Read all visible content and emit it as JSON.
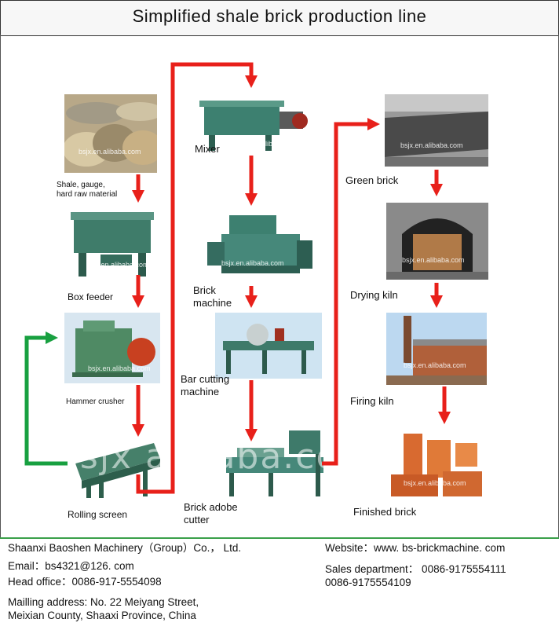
{
  "title": "Simplified shale brick production line",
  "watermark_small": "bsjx.en.alibaba.com",
  "watermark_big": "bsjx alibaba.com",
  "steps": {
    "raw_material": "Shale, gauge,",
    "raw_material_2": "hard raw material",
    "box_feeder": "Box feeder",
    "hammer_crusher": "Hammer crusher",
    "rolling_screen": "Rolling screen",
    "mixer": "Mixer",
    "brick_machine": "Brick",
    "brick_machine_2": "machine",
    "bar_cutting": "Bar cutting",
    "bar_cutting_2": "machine",
    "brick_adobe": "Brick adobe",
    "brick_adobe_2": "cutter",
    "green_brick": "Green brick",
    "drying_kiln": "Drying kiln",
    "firing_kiln": "Firing kiln",
    "finished_brick": "Finished brick"
  },
  "footer": {
    "company": "Shaanxi Baoshen Machinery（Group）Co.， Ltd.",
    "email": "Email：bs4321@126. com",
    "head_office": "Head office：0086-917-5554098",
    "mailing_1": "Mailling address: No. 22 Meiyang Street,",
    "mailing_2": "Meixian County, Shaaxi Province, China",
    "website": "Website：www. bs-brickmachine. com",
    "sales_1": "Sales department： 0086-9175554111",
    "sales_2": "0086-9175554109"
  },
  "colors": {
    "arrow": "#e8201a",
    "return_arrow": "#18a040",
    "divider": "#3aa04a"
  }
}
